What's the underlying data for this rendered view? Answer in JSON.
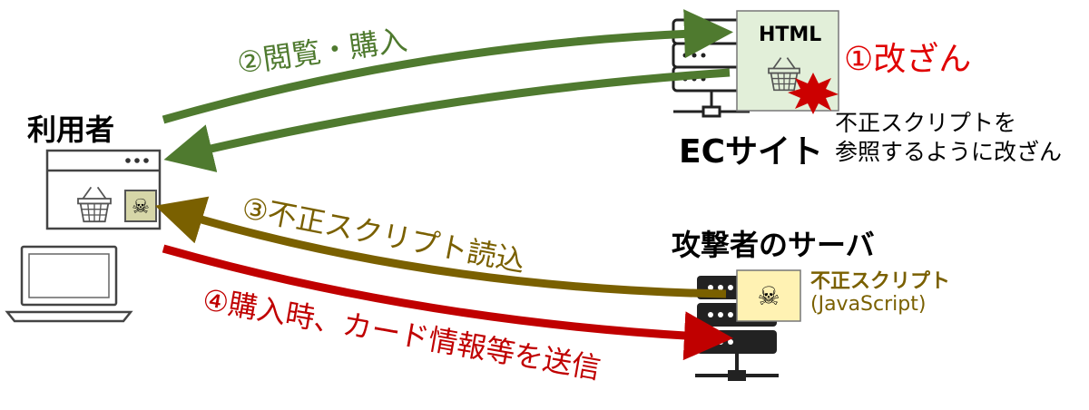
{
  "user": {
    "label": "利用者"
  },
  "ec_site": {
    "label": "ECサイト",
    "file_label": "HTML"
  },
  "attacker": {
    "label": "攻撃者のサーバ",
    "script_label": "不正スクリプト",
    "script_lang": "(JavaScript)"
  },
  "steps": {
    "tamper": "①改ざん",
    "tamper_note": "不正スクリプトを\n参照するように改ざん",
    "browse": "②閲覧・購入",
    "load": "③不正スクリプト読込",
    "send": "④購入時、カード情報等を送信"
  },
  "colors": {
    "browse_arrow": "#4f7a2f",
    "load_arrow": "#7a6000",
    "send_arrow": "#c00000",
    "tamper_text": "#e00000",
    "html_page_fill": "#e2efd9",
    "script_file_fill": "#fff2b3"
  }
}
